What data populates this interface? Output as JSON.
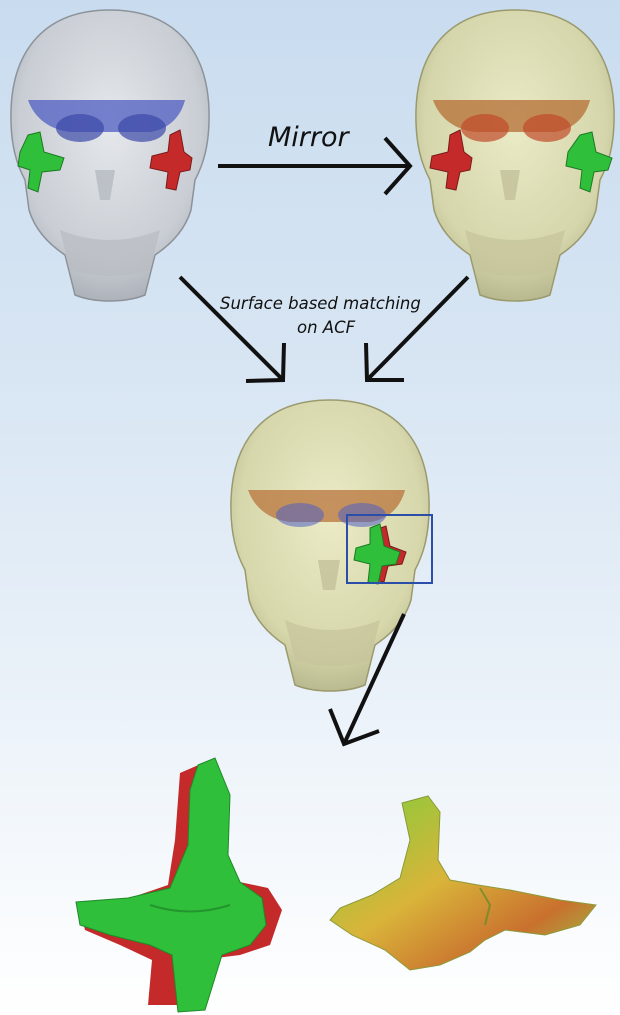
{
  "labels": {
    "mirror": "Mirror",
    "matching_line1": "Surface based matching",
    "matching_line2": "on ACF"
  },
  "colors": {
    "background_top": "#c9dcef",
    "background_bottom": "#ffffff",
    "skull_gray": "#c8ccd2",
    "skull_yellow": "#d8d8a8",
    "band_blue": "#4f5ec2",
    "band_orange": "#b8743c",
    "bone_green": "#2fbf3a",
    "bone_red": "#c42a2a",
    "heatmap_yellow": "#d9b43a",
    "highlight_box": "#2b4fa8",
    "arrow": "#111111"
  },
  "icons": {
    "skull": "skull-render",
    "arrow": "arrow-icon",
    "zygomatic_bone": "zygomatic-bone-render"
  }
}
